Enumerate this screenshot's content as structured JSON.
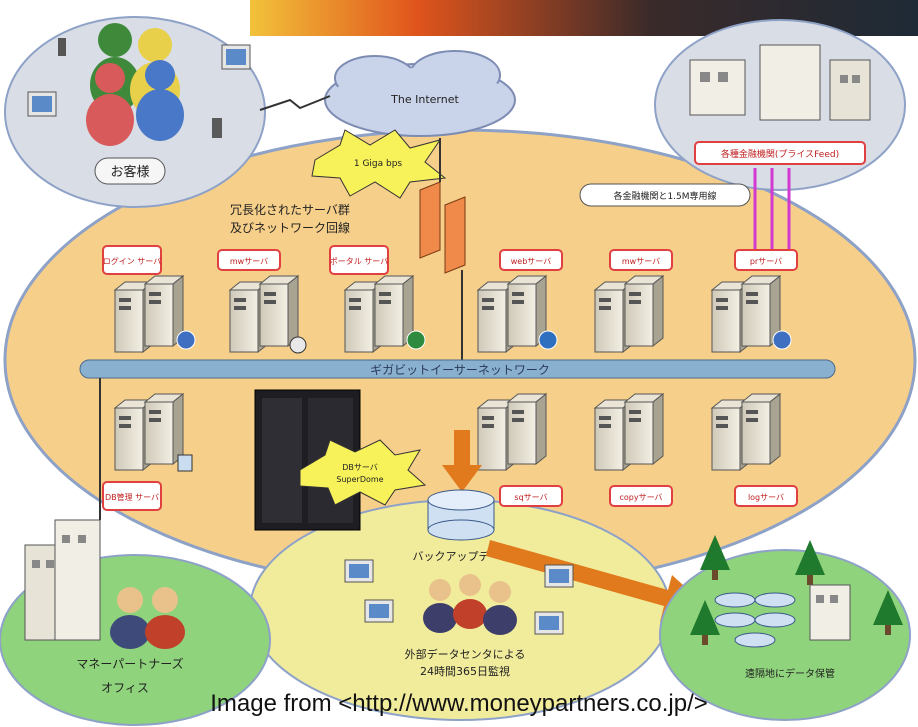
{
  "diagram": {
    "internet_label": "The Internet",
    "bandwidth_label": "1 Giga bps",
    "customers_label": "お客様",
    "top_right_label": "各種金融機関(プライスFeed)",
    "dedicated_line_label": "各金融機関と1.5M専用線",
    "redundant_label_line1": "冗長化されたサーバ群",
    "redundant_label_line2": "及びネットワーク回線",
    "network_label": "ギガビットイーサーネットワーク",
    "server_tags_top": [
      "ログイン サーバ",
      "mwサーバ",
      "ポータル サーバ",
      "webサーバ",
      "mwサーバ",
      "prサーバ"
    ],
    "server_tags_bottom": [
      "DB管理 サーバ",
      "sqサーバ",
      "copyサーバ",
      "logサーバ"
    ],
    "storage_label_line1": "DBサーバ",
    "storage_label_line2": "SuperDome",
    "backup_label": "バックアップデータ",
    "monitoring_line1": "外部データセンタによる",
    "monitoring_line2": "24時間365日監視",
    "office_line1": "マネーパートナーズ",
    "office_line2": "オフィス",
    "remote_storage_label": "遠隔地にデータ保管",
    "image_credit": "Image from <http://www.moneypartners.co.jp/>"
  },
  "colors": {
    "main_oval": "#f6cf8a",
    "customer_oval": "#d9dde6",
    "office_oval": "#8fd37c",
    "remote_oval": "#8fd37c",
    "monitor_oval": "#f1ec9c",
    "network_bar": "#8ab0cf",
    "tag_border": "#e04040",
    "arrow": "#e07a1c"
  }
}
